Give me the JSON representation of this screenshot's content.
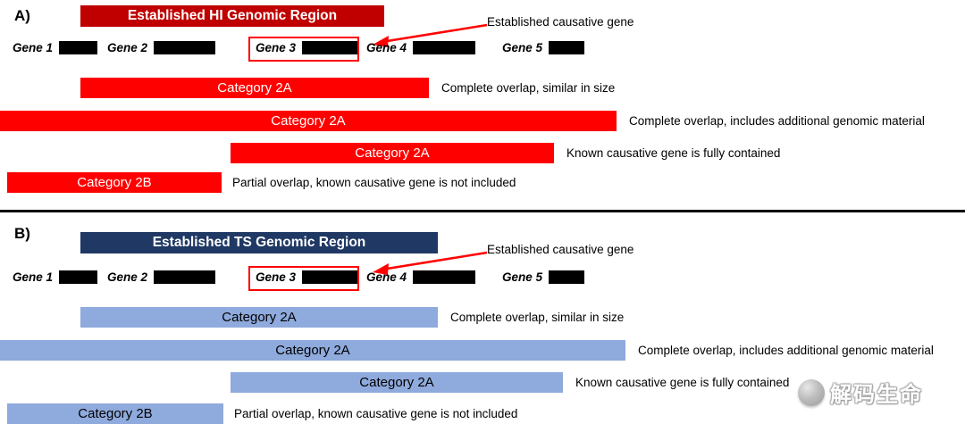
{
  "colors": {
    "panel_a_header": "#C00000",
    "panel_a_bar": "#FF0000",
    "panel_b_header": "#1F3864",
    "panel_b_bar": "#8FAADC",
    "gene_box": "#000000",
    "highlight_outline": "#FF0000",
    "arrow": "#FF0000",
    "divider": "#000000"
  },
  "panels": [
    {
      "label": "A)",
      "header": "Established HI Genomic Region",
      "header_color": "#C00000",
      "bar_color": "#FF0000",
      "annotation": "Established causative gene",
      "genes": [
        "Gene 1",
        "Gene 2",
        "Gene 3",
        "Gene 4",
        "Gene 5"
      ],
      "bars": [
        {
          "label": "Category 2A",
          "desc": "Complete overlap, similar in size"
        },
        {
          "label": "Category 2A",
          "desc": "Complete overlap, includes additional genomic material"
        },
        {
          "label": "Category 2A",
          "desc": "Known causative gene is fully contained"
        },
        {
          "label": "Category 2B",
          "desc": "Partial overlap, known causative gene is not included"
        }
      ]
    },
    {
      "label": "B)",
      "header": "Established TS Genomic Region",
      "header_color": "#1F3864",
      "bar_color": "#8FAADC",
      "annotation": "Established causative gene",
      "genes": [
        "Gene 1",
        "Gene 2",
        "Gene 3",
        "Gene 4",
        "Gene 5"
      ],
      "bars": [
        {
          "label": "Category 2A",
          "desc": "Complete overlap, similar in size"
        },
        {
          "label": "Category 2A",
          "desc": "Complete overlap, includes additional genomic material"
        },
        {
          "label": "Category 2A",
          "desc": "Known causative gene is fully contained"
        },
        {
          "label": "Category 2B",
          "desc": "Partial overlap, known causative gene is not included"
        }
      ]
    }
  ],
  "watermark": {
    "text": "解码生命"
  }
}
